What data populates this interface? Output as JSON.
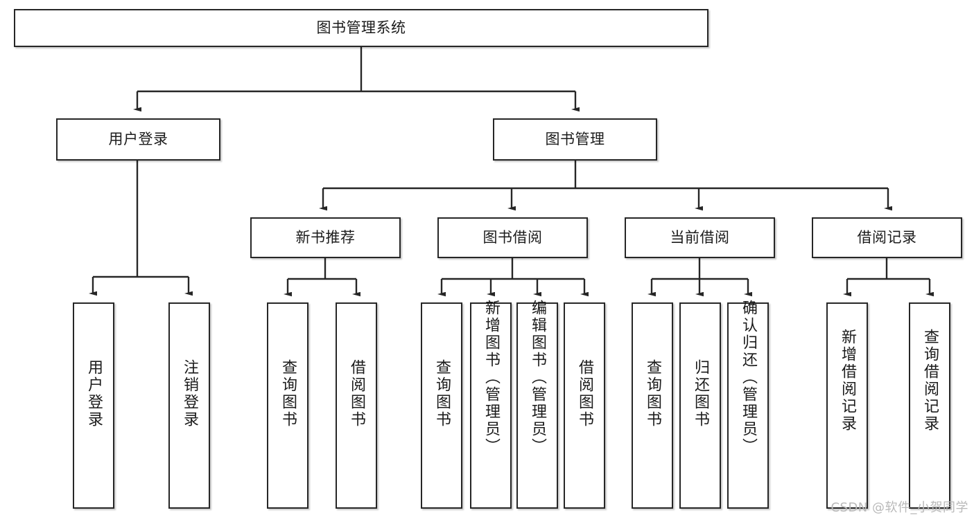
{
  "diagram": {
    "title": "图书管理系统",
    "style": {
      "line_color": "#262626",
      "box_border": "#262626",
      "box_fill": "#ffffff",
      "text_color": "#1b1b1b"
    },
    "root": {
      "label": "图书管理系统"
    },
    "level2": [
      {
        "label": "用户登录"
      },
      {
        "label": "图书管理"
      }
    ],
    "level3": [
      {
        "label": "新书推荐"
      },
      {
        "label": "图书借阅"
      },
      {
        "label": "当前借阅"
      },
      {
        "label": "借阅记录"
      }
    ],
    "leaves": {
      "user_login": [
        {
          "label": "用户登录"
        },
        {
          "label": "注销登录"
        }
      ],
      "new_books": [
        {
          "label": "查询图书"
        },
        {
          "label": "借阅图书"
        }
      ],
      "book_borrow": [
        {
          "label": "查询图书"
        },
        {
          "label": "新增图书（管理员）"
        },
        {
          "label": "编辑图书（管理员）"
        },
        {
          "label": "借阅图书"
        }
      ],
      "current_borrow": [
        {
          "label": "查询图书"
        },
        {
          "label": "归还图书"
        },
        {
          "label": "确认归还（管理员）"
        }
      ],
      "borrow_record": [
        {
          "label": "新增借阅记录"
        },
        {
          "label": "查询借阅记录"
        }
      ]
    }
  },
  "watermark": {
    "text": "CSDN @软件_小贺同学"
  }
}
